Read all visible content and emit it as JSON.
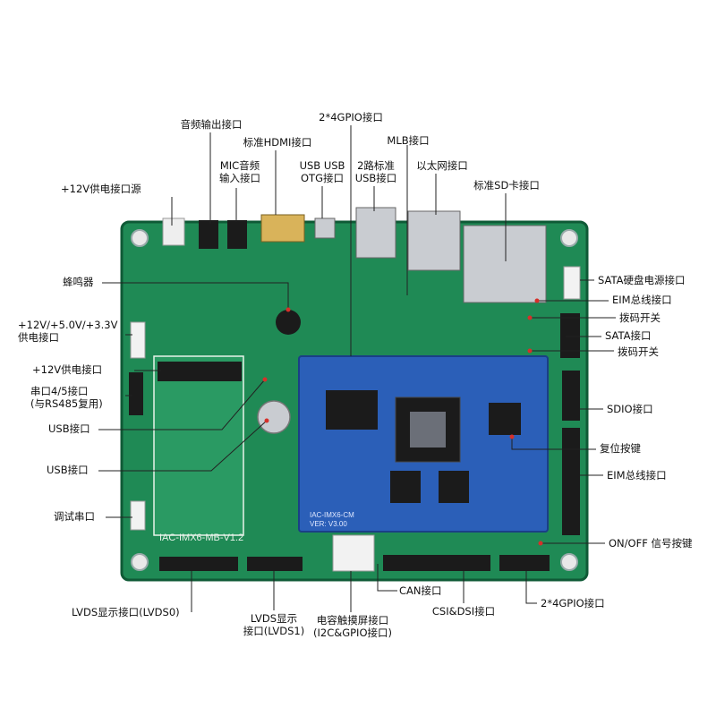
{
  "colors": {
    "board": "#1f8a55",
    "board_dark": "#0f5a36",
    "som": "#2b5fb8",
    "som_dark": "#1a3f86",
    "chip": "#1b1b1b",
    "metal": "#c9ccd1",
    "silk": "#e8f3ea",
    "leader": "#222222"
  },
  "board": {
    "silkscreen": "IAC-IMX6-MB-V1.2"
  },
  "module": {
    "silkscreen": [
      "IAC-IMX6-CM",
      "VER: V3.00"
    ]
  },
  "labels": {
    "audio_out": "音频输出接口",
    "gpio_top": "2*4GPIO接口",
    "hdmi": "标准HDMI接口",
    "mlb": "MLB接口",
    "mic": [
      "MIC音频",
      "输入接口"
    ],
    "usb_otg": [
      "USB USB",
      "OTG接口"
    ],
    "usb_dual": [
      "2路标准",
      "USB接口"
    ],
    "ethernet": "以太网接口",
    "sd": "标准SD卡接口",
    "power_12v_source": "+12V供电接口源",
    "sata_power": "SATA硬盘电源接口",
    "buzzer": "蜂鸣器",
    "eim_top": "EIM总线接口",
    "dip_top": "拨码开关",
    "power_multi": [
      "+12V/+5.0V/+3.3V",
      "供电接口"
    ],
    "sata": "SATA接口",
    "dip_bottom": "拨码开关",
    "power_12v": "+12V供电接口",
    "serial45": [
      "串口4/5接口",
      "(与RS485复用)"
    ],
    "sdio": "SDIO接口",
    "usb1": "USB接口",
    "reset": "复位按键",
    "usb2": "USB接口",
    "eim_bottom": "EIM总线接口",
    "debug_serial": "调试串口",
    "onoff": "ON/OFF 信号按键",
    "can": "CAN接口",
    "gpio_bottom": "2*4GPIO接口",
    "csi_dsi": "CSI&DSI接口",
    "lvds0": "LVDS显示接口(LVDS0)",
    "lvds1": [
      "LVDS显示",
      "接口(LVDS1)"
    ],
    "touch": [
      "电容触摸屏接口",
      "(I2C&GPIO接口)"
    ]
  }
}
